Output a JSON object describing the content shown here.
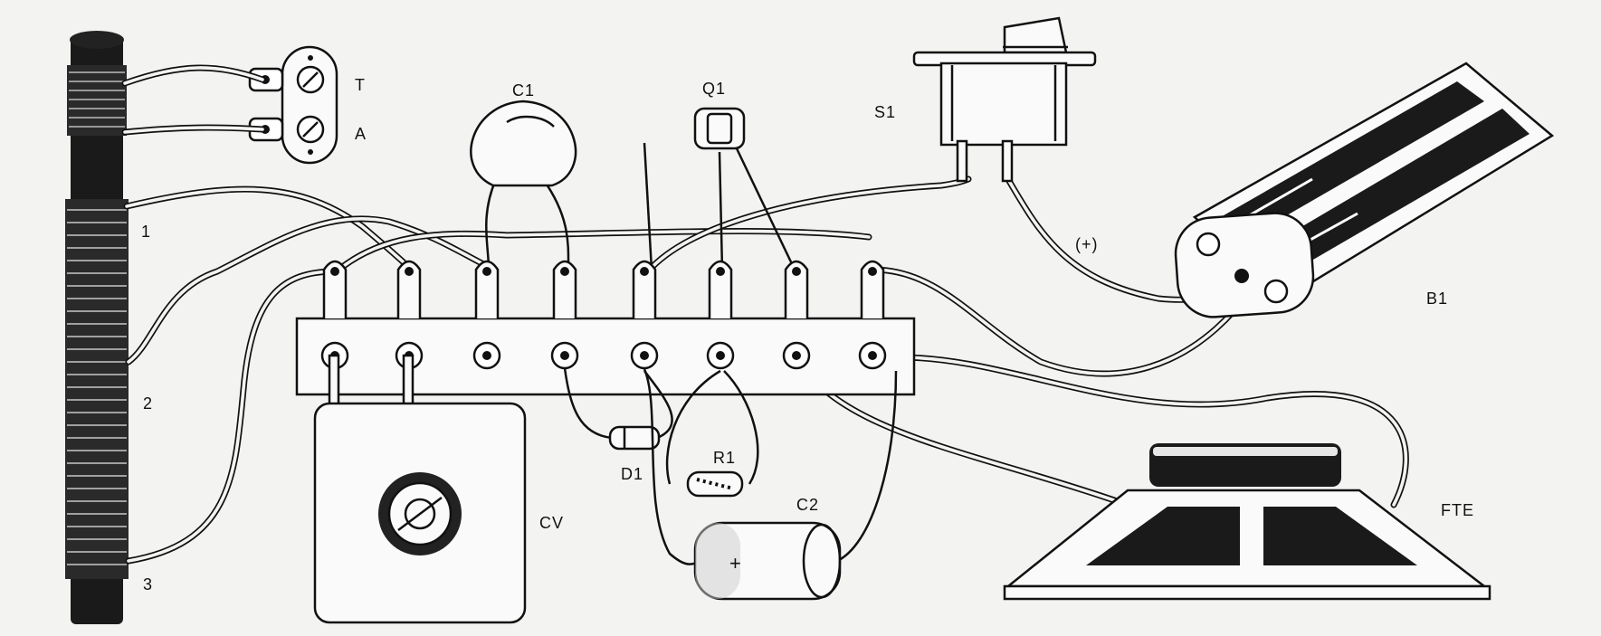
{
  "labels": {
    "terminal_t": "T",
    "terminal_a": "A",
    "c1": "C1",
    "q1": "Q1",
    "s1": "S1",
    "coil_tap_1": "1",
    "coil_tap_2": "2",
    "coil_tap_3": "3",
    "polarity": "(+)",
    "b1": "B1",
    "cv": "CV",
    "d1": "D1",
    "r1": "R1",
    "c2": "C2",
    "c2_plus": "+",
    "fte": "FTE"
  }
}
